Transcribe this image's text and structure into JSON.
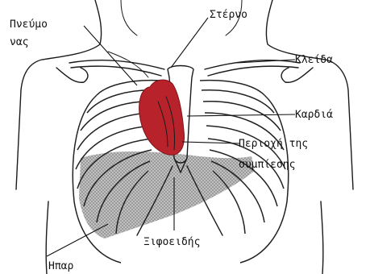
{
  "labels": {
    "lung_line1": "Πνεύμο",
    "lung_line2": "νας",
    "sternum": "Στέρνο",
    "clavicle": "Κλείδα",
    "heart": "Καρδιά",
    "compression_line1": "Περιοχή της",
    "compression_line2": "συμπίεσης",
    "xiphoid": "Ξιφοειδής",
    "liver": "Ηπαρ"
  },
  "colors": {
    "heart": "#b8232b",
    "liver_shading": "#9a9a9a",
    "ink": "#1a1a1a"
  }
}
